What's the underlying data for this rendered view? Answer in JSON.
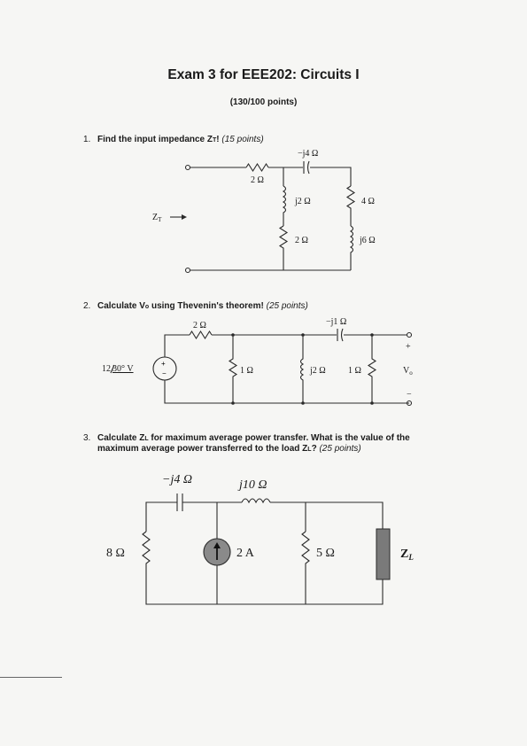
{
  "header": {
    "title": "Exam 3 for EEE202: Circuits I",
    "points": "(130/100 points)"
  },
  "questions": [
    {
      "number": "1.",
      "text": "Find the input impedance Z",
      "subscript": "T",
      "text_end": "!",
      "points": "(15 points)"
    },
    {
      "number": "2.",
      "text": "Calculate V",
      "subscript": "o",
      "text_end": " using Thevenin's theorem!",
      "points": "(25 points)"
    },
    {
      "number": "3.",
      "text_line1": "Calculate Z",
      "subscript": "L",
      "text_line1_end": " for maximum average power transfer. What is the value of the",
      "text_line2": "maximum average power transferred to the load Z",
      "subscript2": "L",
      "text_line2_end": "?",
      "points": "(25 points)"
    }
  ],
  "circuit1": {
    "r_series": "2 Ω",
    "cap": "−j4 Ω",
    "ind_left": "j2 Ω",
    "r_left": "2 Ω",
    "r_right": "4 Ω",
    "ind_right": "j6 Ω",
    "input_label": "Z",
    "input_sub": "T"
  },
  "circuit2": {
    "r_series": "2 Ω",
    "cap": "−j1 Ω",
    "source": "12",
    "source_angle": "30° V",
    "r1": "1 Ω",
    "ind": "j2 Ω",
    "r2": "1 Ω",
    "out": "V",
    "out_sub": "o",
    "plus": "+",
    "minus": "−"
  },
  "circuit3": {
    "cap": "−j4 Ω",
    "ind": "j10 Ω",
    "r_left": "8 Ω",
    "source": "2 A",
    "r_mid": "5 Ω",
    "load": "Z",
    "load_sub": "L"
  }
}
